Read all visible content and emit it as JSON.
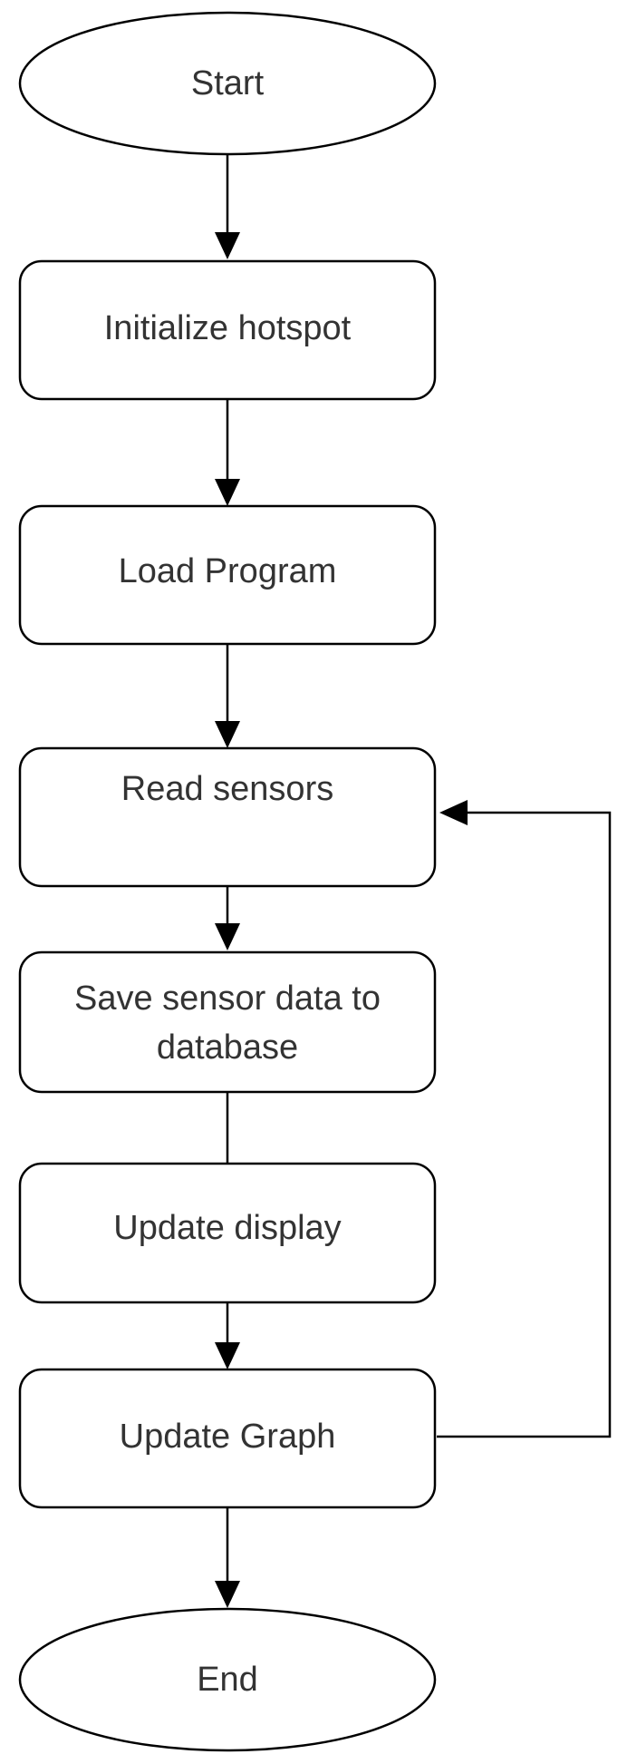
{
  "diagram": {
    "nodes": [
      {
        "id": "start",
        "shape": "ellipse",
        "label": "Start"
      },
      {
        "id": "init",
        "shape": "rounded-rect",
        "label": "Initialize hotspot"
      },
      {
        "id": "load",
        "shape": "rounded-rect",
        "label": "Load Program"
      },
      {
        "id": "read",
        "shape": "rounded-rect",
        "label": "Read sensors"
      },
      {
        "id": "save",
        "shape": "rounded-rect",
        "label_line1": "Save sensor data to",
        "label_line2": "database"
      },
      {
        "id": "display",
        "shape": "rounded-rect",
        "label": "Update display"
      },
      {
        "id": "graph",
        "shape": "rounded-rect",
        "label": "Update Graph"
      },
      {
        "id": "end",
        "shape": "ellipse",
        "label": "End"
      }
    ],
    "edges": [
      {
        "from": "start",
        "to": "init",
        "arrow": true
      },
      {
        "from": "init",
        "to": "load",
        "arrow": true
      },
      {
        "from": "load",
        "to": "read",
        "arrow": true
      },
      {
        "from": "read",
        "to": "save",
        "arrow": true
      },
      {
        "from": "save",
        "to": "display",
        "arrow": false
      },
      {
        "from": "display",
        "to": "graph",
        "arrow": true
      },
      {
        "from": "graph",
        "to": "end",
        "arrow": true
      },
      {
        "from": "graph",
        "to": "read",
        "arrow": true,
        "route": "loop-back-right"
      }
    ]
  }
}
